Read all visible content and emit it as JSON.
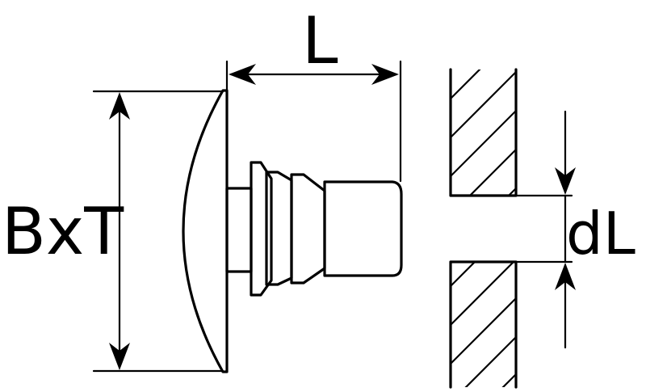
{
  "labels": {
    "length": "L",
    "head_size": "BxT",
    "hole_diameter": "dL"
  },
  "colors": {
    "line": "#000000",
    "background": "#ffffff"
  }
}
